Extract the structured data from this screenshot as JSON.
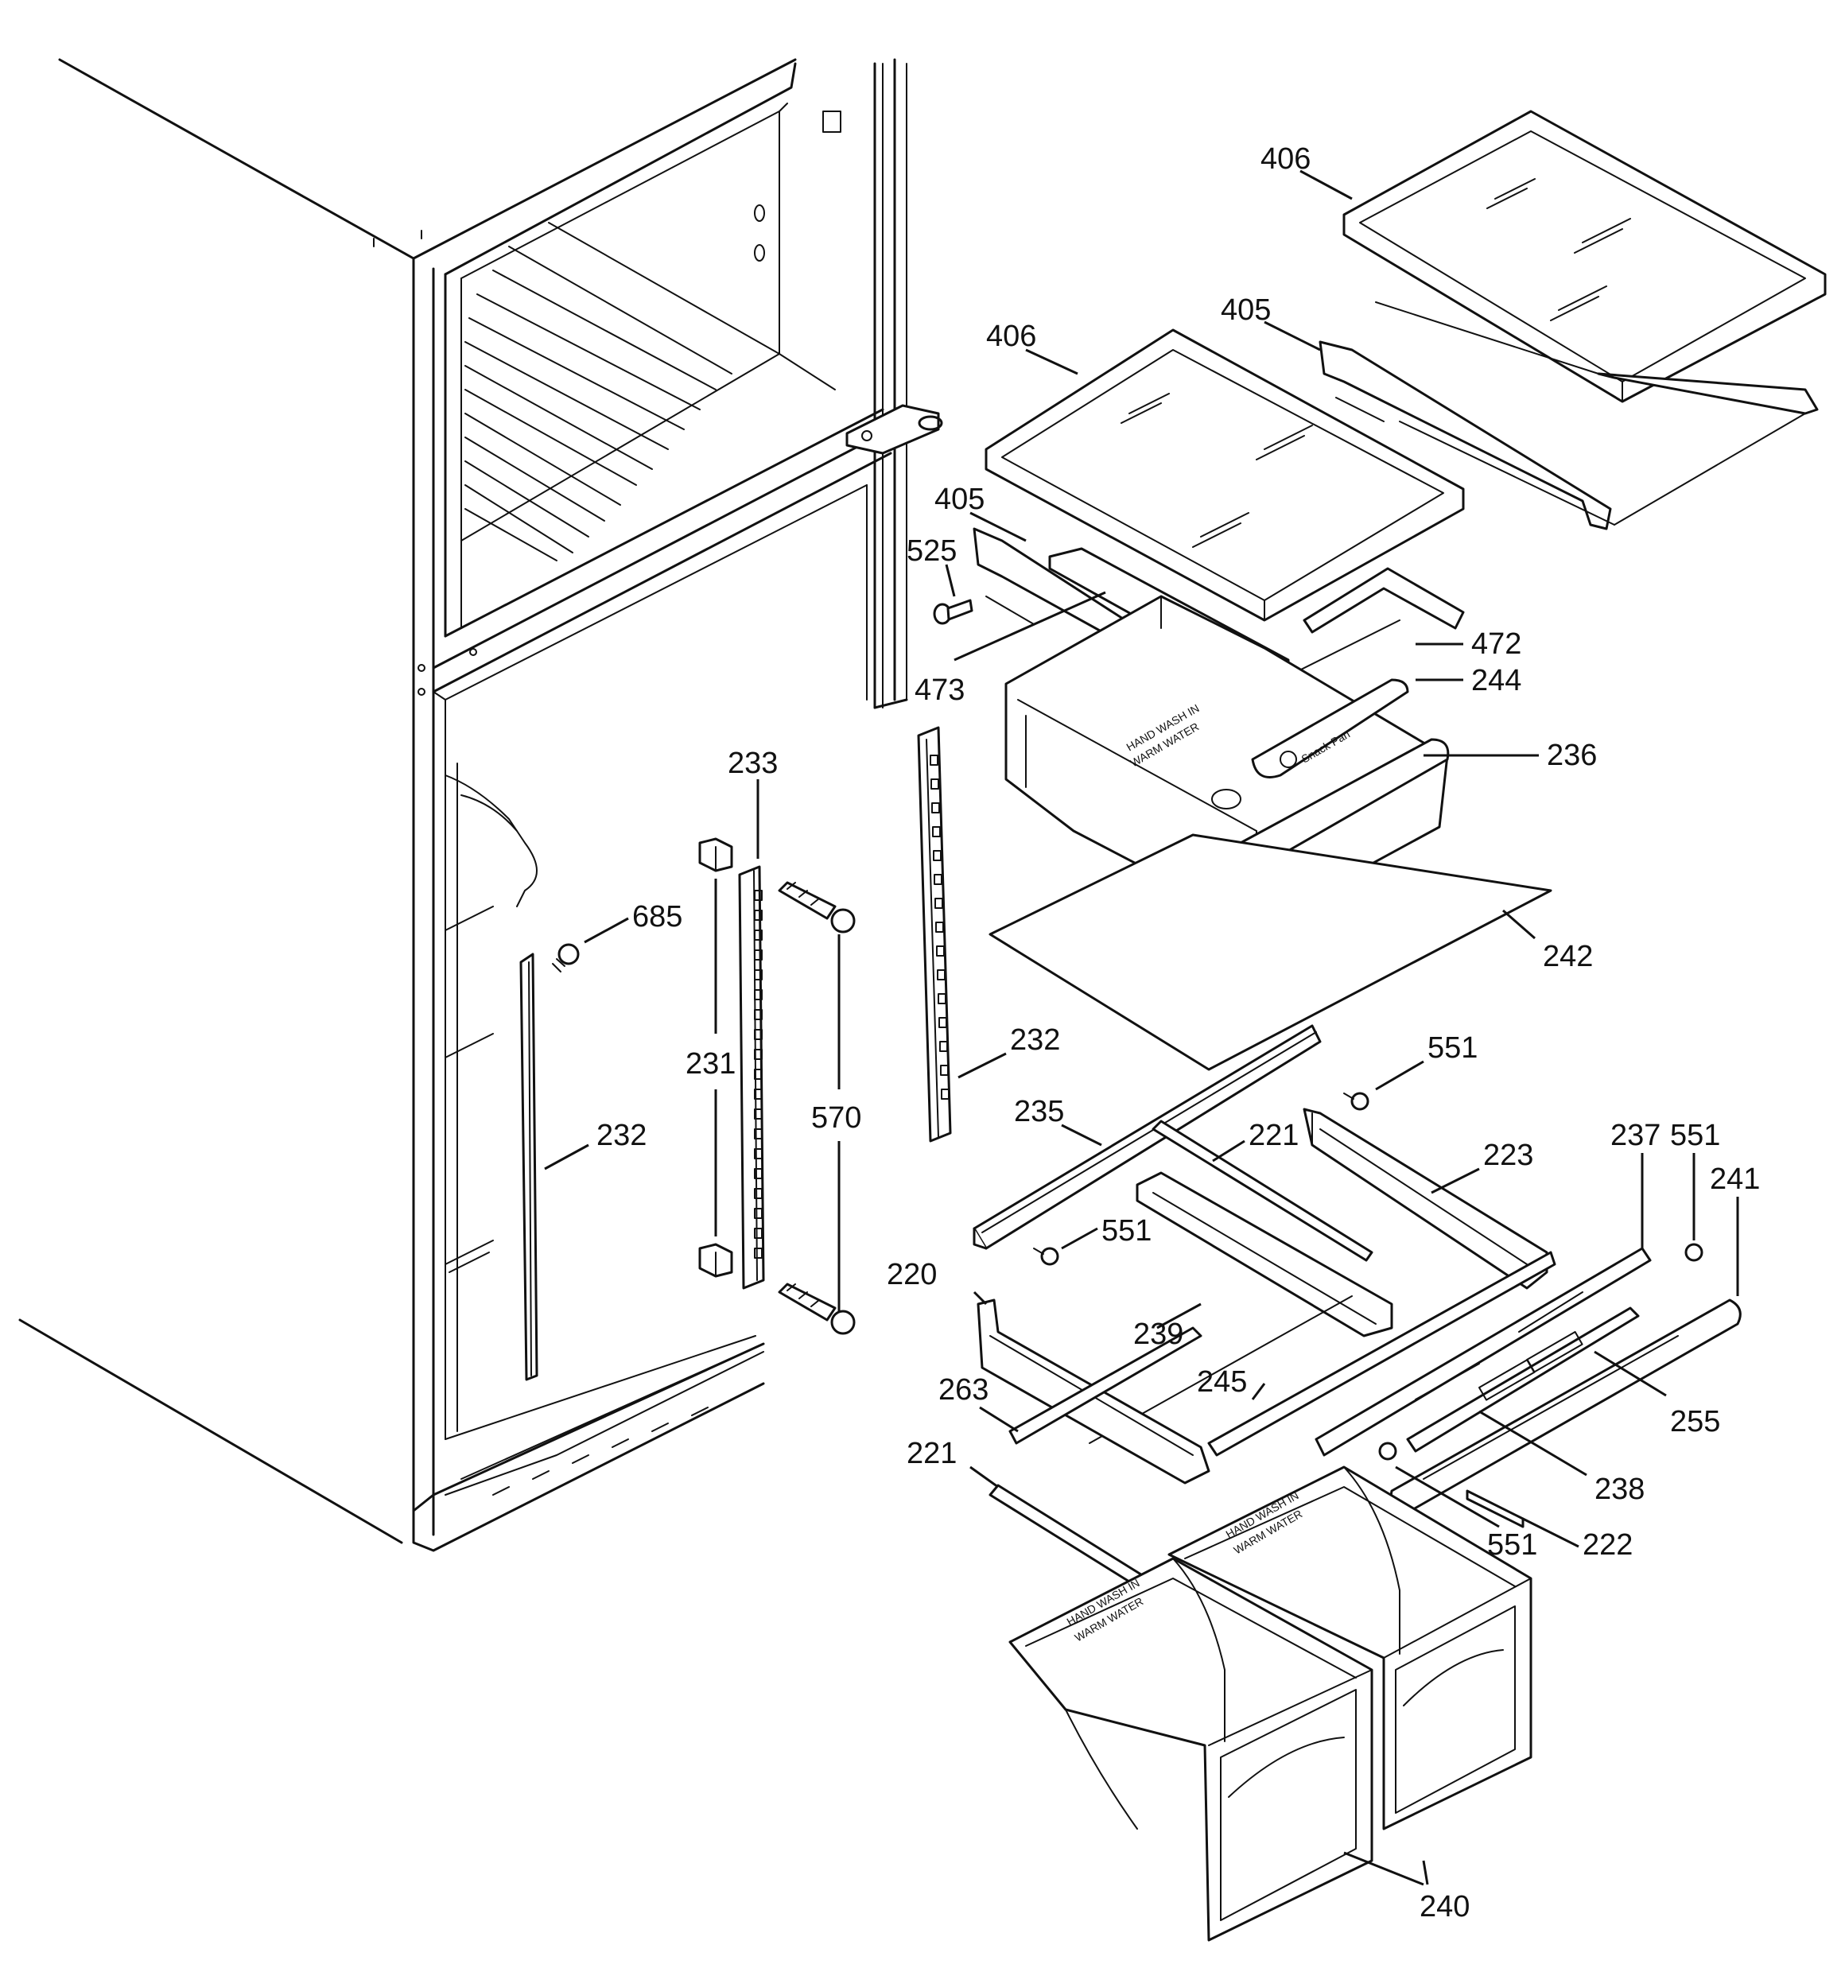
{
  "callouts": [
    {
      "id": "c406a",
      "label": "406"
    },
    {
      "id": "c405a",
      "label": "405"
    },
    {
      "id": "c406b",
      "label": "406"
    },
    {
      "id": "c405b",
      "label": "405"
    },
    {
      "id": "c525",
      "label": "525"
    },
    {
      "id": "c472",
      "label": "472"
    },
    {
      "id": "c244",
      "label": "244"
    },
    {
      "id": "c473",
      "label": "473"
    },
    {
      "id": "c236",
      "label": "236"
    },
    {
      "id": "c233",
      "label": "233"
    },
    {
      "id": "c685",
      "label": "685"
    },
    {
      "id": "c242",
      "label": "242"
    },
    {
      "id": "c231",
      "label": "231"
    },
    {
      "id": "c570",
      "label": "570"
    },
    {
      "id": "c232a",
      "label": "232"
    },
    {
      "id": "c551a",
      "label": "551"
    },
    {
      "id": "c232b",
      "label": "232"
    },
    {
      "id": "c235",
      "label": "235"
    },
    {
      "id": "c221a",
      "label": "221"
    },
    {
      "id": "c223",
      "label": "223"
    },
    {
      "id": "c237",
      "label": "237"
    },
    {
      "id": "c551b",
      "label": "551"
    },
    {
      "id": "c241",
      "label": "241"
    },
    {
      "id": "c551c",
      "label": "551"
    },
    {
      "id": "c220",
      "label": "220"
    },
    {
      "id": "c239",
      "label": "239"
    },
    {
      "id": "c263",
      "label": "263"
    },
    {
      "id": "c245",
      "label": "245"
    },
    {
      "id": "c255",
      "label": "255"
    },
    {
      "id": "c238",
      "label": "238"
    },
    {
      "id": "c221b",
      "label": "221"
    },
    {
      "id": "c551d",
      "label": "551"
    },
    {
      "id": "c222",
      "label": "222"
    },
    {
      "id": "c240",
      "label": "240"
    }
  ],
  "part_markings": {
    "crisper_left": [
      "HAND WASH IN",
      "WARM WATER"
    ],
    "crisper_right": [
      "HAND WASH IN",
      "WARM WATER"
    ],
    "snack_pan_upper": [
      "HAND WASH IN",
      "WARM WATER"
    ],
    "snack_pan_label": "Snack Pan"
  }
}
